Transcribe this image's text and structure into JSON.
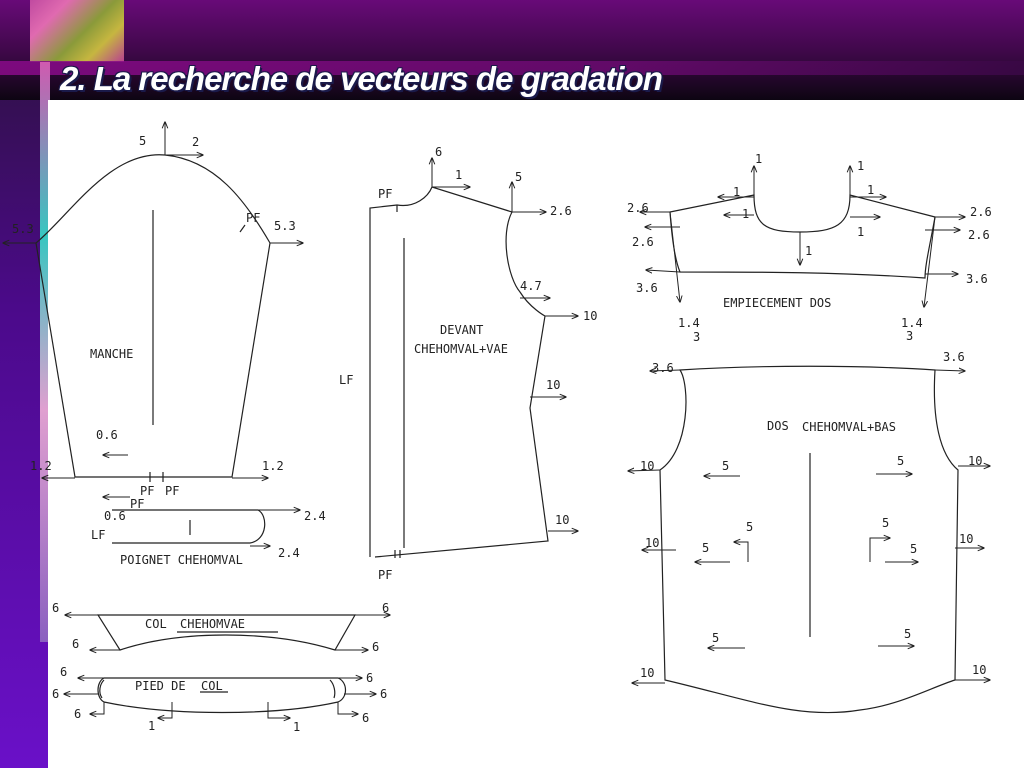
{
  "slide": {
    "title": "2.  La recherche de vecteurs de gradation"
  },
  "pieces": {
    "manche": "MANCHE",
    "poignet": "POIGNET CHEHOMVAL",
    "col_a": "COL",
    "col_b": "CHEHOMVAE",
    "pied_a": "PIED DE",
    "pied_b": "COL",
    "devant_a": "DEVANT",
    "devant_b": "CHEHOMVAL+VAE",
    "empiecement": "EMPIECEMENT DOS",
    "dos_a": "DOS",
    "dos_b": "CHEHOMVAL+BAS"
  },
  "labels": {
    "pf": "PF",
    "lf": "LF",
    "v5": "5",
    "v2": "2",
    "v53": "5.3",
    "v06": "0.6",
    "v12": "1.2",
    "v24": "2.4",
    "v6": "6",
    "v1": "1",
    "v26": "2.6",
    "v47": "4.7",
    "v10": "10",
    "v36": "3.6",
    "v14": "1.4",
    "v3": "3"
  },
  "colors": {
    "line": "#222222",
    "title": "#ffffff",
    "background": "#5e0a86"
  }
}
